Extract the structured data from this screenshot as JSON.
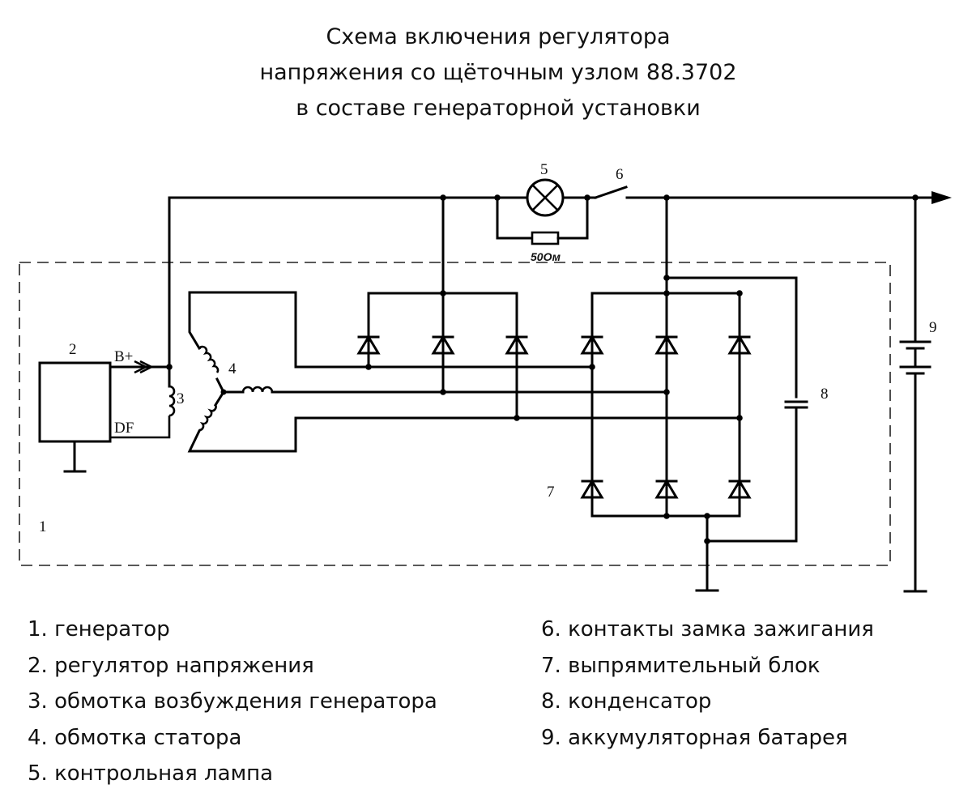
{
  "title": {
    "lines": [
      "Схема включения регулятора",
      "напряжения со щёточным узлом 88.3702",
      "в составе генераторной установки"
    ]
  },
  "diagram": {
    "component_labels": {
      "generator": "1",
      "regulator": "2",
      "field_winding": "3",
      "stator_winding": "4",
      "lamp": "5",
      "ignition_switch": "6",
      "rectifier": "7",
      "capacitor": "8",
      "battery": "9"
    },
    "terminal_labels": {
      "b_plus": "B+",
      "df": "DF"
    },
    "resistor_value": "50Ом",
    "icons": {
      "lamp": "lamp-icon",
      "switch": "switch-icon",
      "resistor": "resistor-icon",
      "diode": "diode-icon",
      "capacitor": "capacitor-icon",
      "battery": "battery-icon",
      "ground": "ground-icon",
      "inductor": "inductor-icon",
      "arrow": "output-arrow-icon"
    }
  },
  "legend": {
    "left": [
      "1. генератор",
      "2. регулятор напряжения",
      "3. обмотка возбуждения генератора",
      "4. обмотка статора",
      "5. контрольная лампа"
    ],
    "right": [
      "6. контакты замка зажигания",
      "7. выпрямительный блок",
      "8. конденсатор",
      "9. аккумуляторная батарея"
    ]
  }
}
